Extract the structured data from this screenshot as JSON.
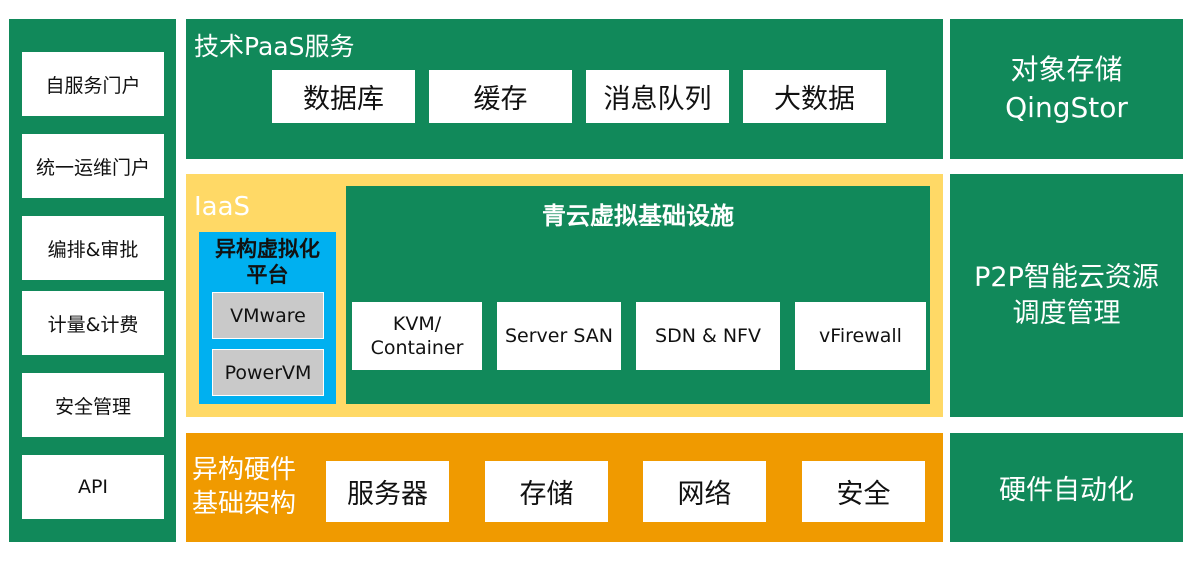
{
  "left_sidebar": {
    "items": [
      "自服务门户",
      "统一运维门户",
      "编排&审批",
      "计量&计费",
      "安全管理",
      "API"
    ]
  },
  "paas": {
    "title": "技术PaaS服务",
    "items": [
      "数据库",
      "缓存",
      "消息队列",
      "大数据"
    ]
  },
  "iaas": {
    "title": "IaaS",
    "hetero": {
      "title": "异构虚拟化平台",
      "items": [
        "VMware",
        "PowerVM"
      ]
    },
    "infra": {
      "title": "青云虚拟基础设施",
      "items": [
        {
          "line1": "KVM/",
          "line2": "Container"
        },
        {
          "line1": "Server SAN",
          "line2": ""
        },
        {
          "line1": "SDN & NFV",
          "line2": ""
        },
        {
          "line1": "vFirewall",
          "line2": ""
        }
      ]
    }
  },
  "hardware": {
    "title_line1": "异构硬件",
    "title_line2": "基础架构",
    "items": [
      "服务器",
      "存储",
      "网络",
      "安全"
    ]
  },
  "right_panel": {
    "storage": {
      "line1": "对象存储",
      "line2": "QingStor"
    },
    "scheduling": {
      "line1": "P2P智能云资源",
      "line2": "调度管理"
    },
    "automation": {
      "line1": "硬件自动化"
    }
  },
  "colors": {
    "green": "#11895a",
    "yellow": "#ffd966",
    "blue": "#00b0f0",
    "orange": "#f09a00",
    "grey": "#c9c9c9"
  }
}
